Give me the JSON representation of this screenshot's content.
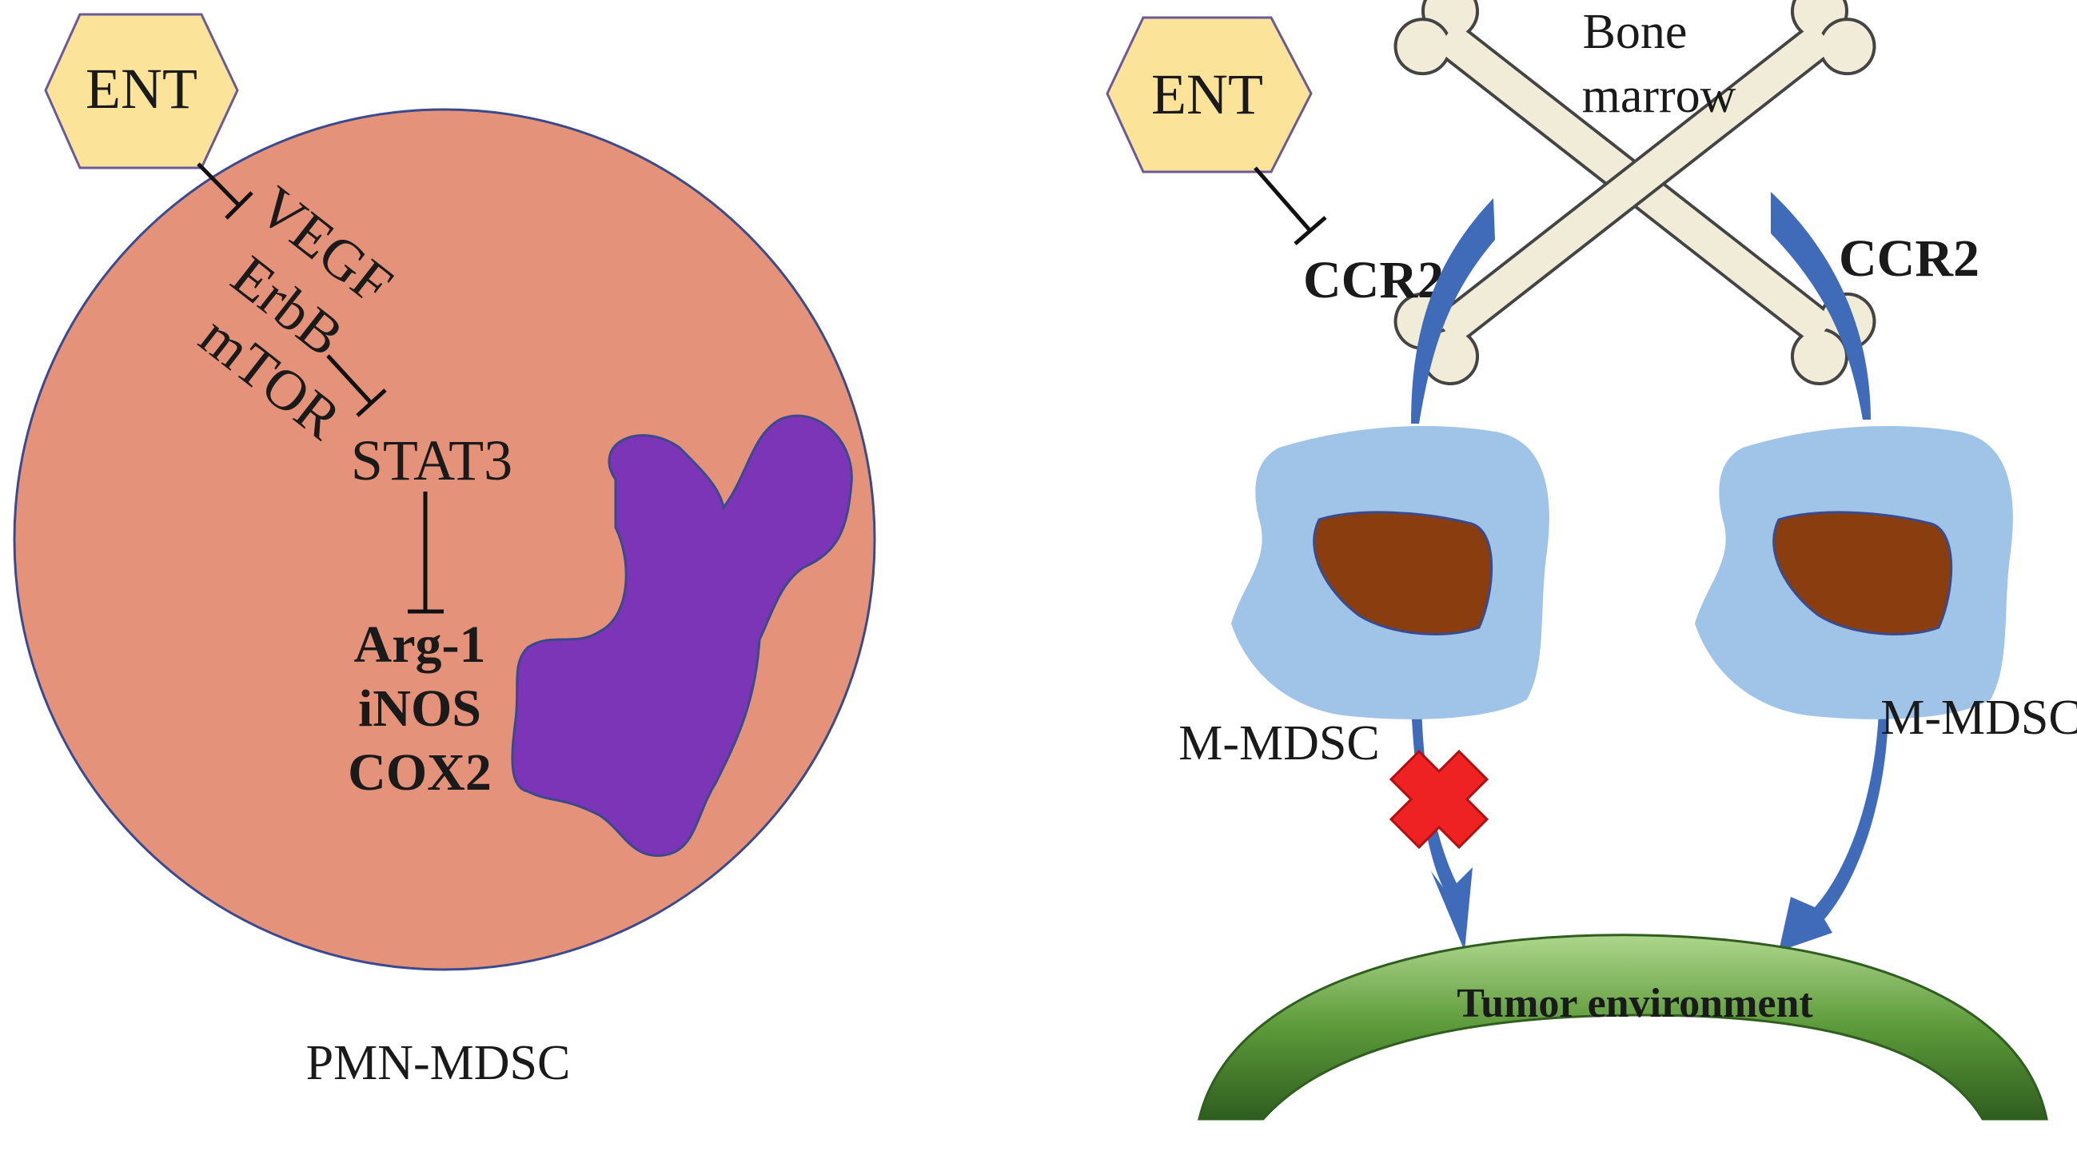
{
  "left_panel": {
    "drug_label": "ENT",
    "pathway": {
      "vegf": "VEGF",
      "erbb": "ErbB",
      "mtor": "mTOR",
      "stat3": "STAT3",
      "arg1": "Arg-1",
      "inos": "iNOS",
      "cox2": "COX2"
    },
    "cell_label": "PMN-MDSC"
  },
  "right_panel": {
    "drug_label": "ENT",
    "receptor_left": "CCR2",
    "receptor_right": "CCR2",
    "bone_marrow_line1": "Bone",
    "bone_marrow_line2": "marrow",
    "cell_label_left": "M-MDSC",
    "cell_label_right": "M-MDSC",
    "tumor_label": "Tumor environment"
  },
  "colors": {
    "cell_body": "#e5927a",
    "nucleus_purple": "#7b35b6",
    "drug_hexagon": "#fbe39a",
    "mmdsc_body": "#9fc4e8",
    "mmdsc_nucleus": "#8a3e10",
    "arrow_blue": "#3f6bb8",
    "tumor_green": "#5c9a3a",
    "block_x": "#ee2222",
    "bone": "#f1ecd7"
  }
}
